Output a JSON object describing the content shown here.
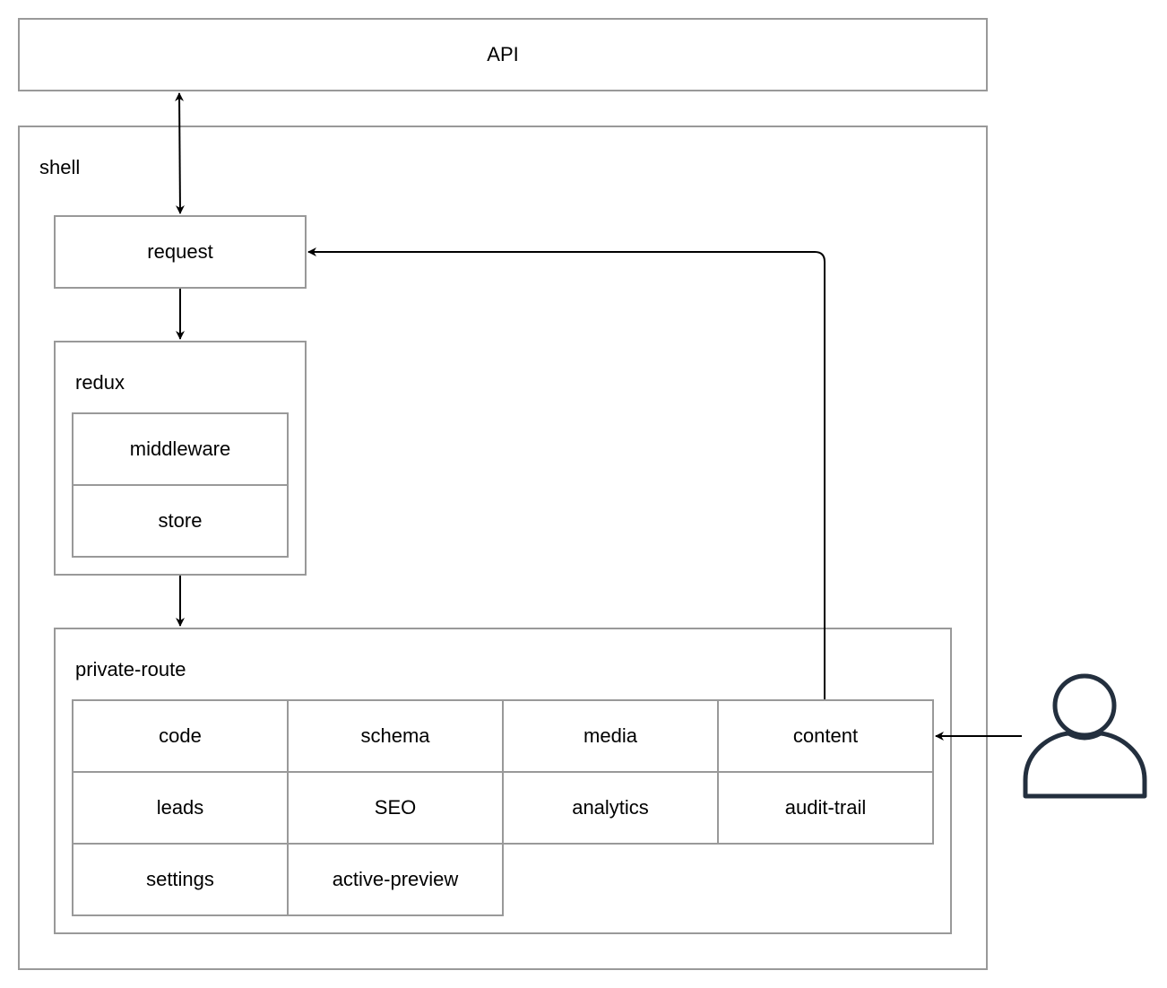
{
  "api": {
    "label": "API"
  },
  "shell": {
    "label": "shell"
  },
  "request": {
    "label": "request"
  },
  "redux": {
    "label": "redux",
    "middleware": "middleware",
    "store": "store"
  },
  "private_route": {
    "label": "private-route",
    "modules": [
      "code",
      "schema",
      "media",
      "content",
      "leads",
      "SEO",
      "analytics",
      "audit-trail",
      "settings",
      "active-preview"
    ]
  },
  "colors": {
    "border": "#999999",
    "arrow": "#000000",
    "user_icon": "#232f3e"
  },
  "icons": {
    "user": "user-icon"
  }
}
